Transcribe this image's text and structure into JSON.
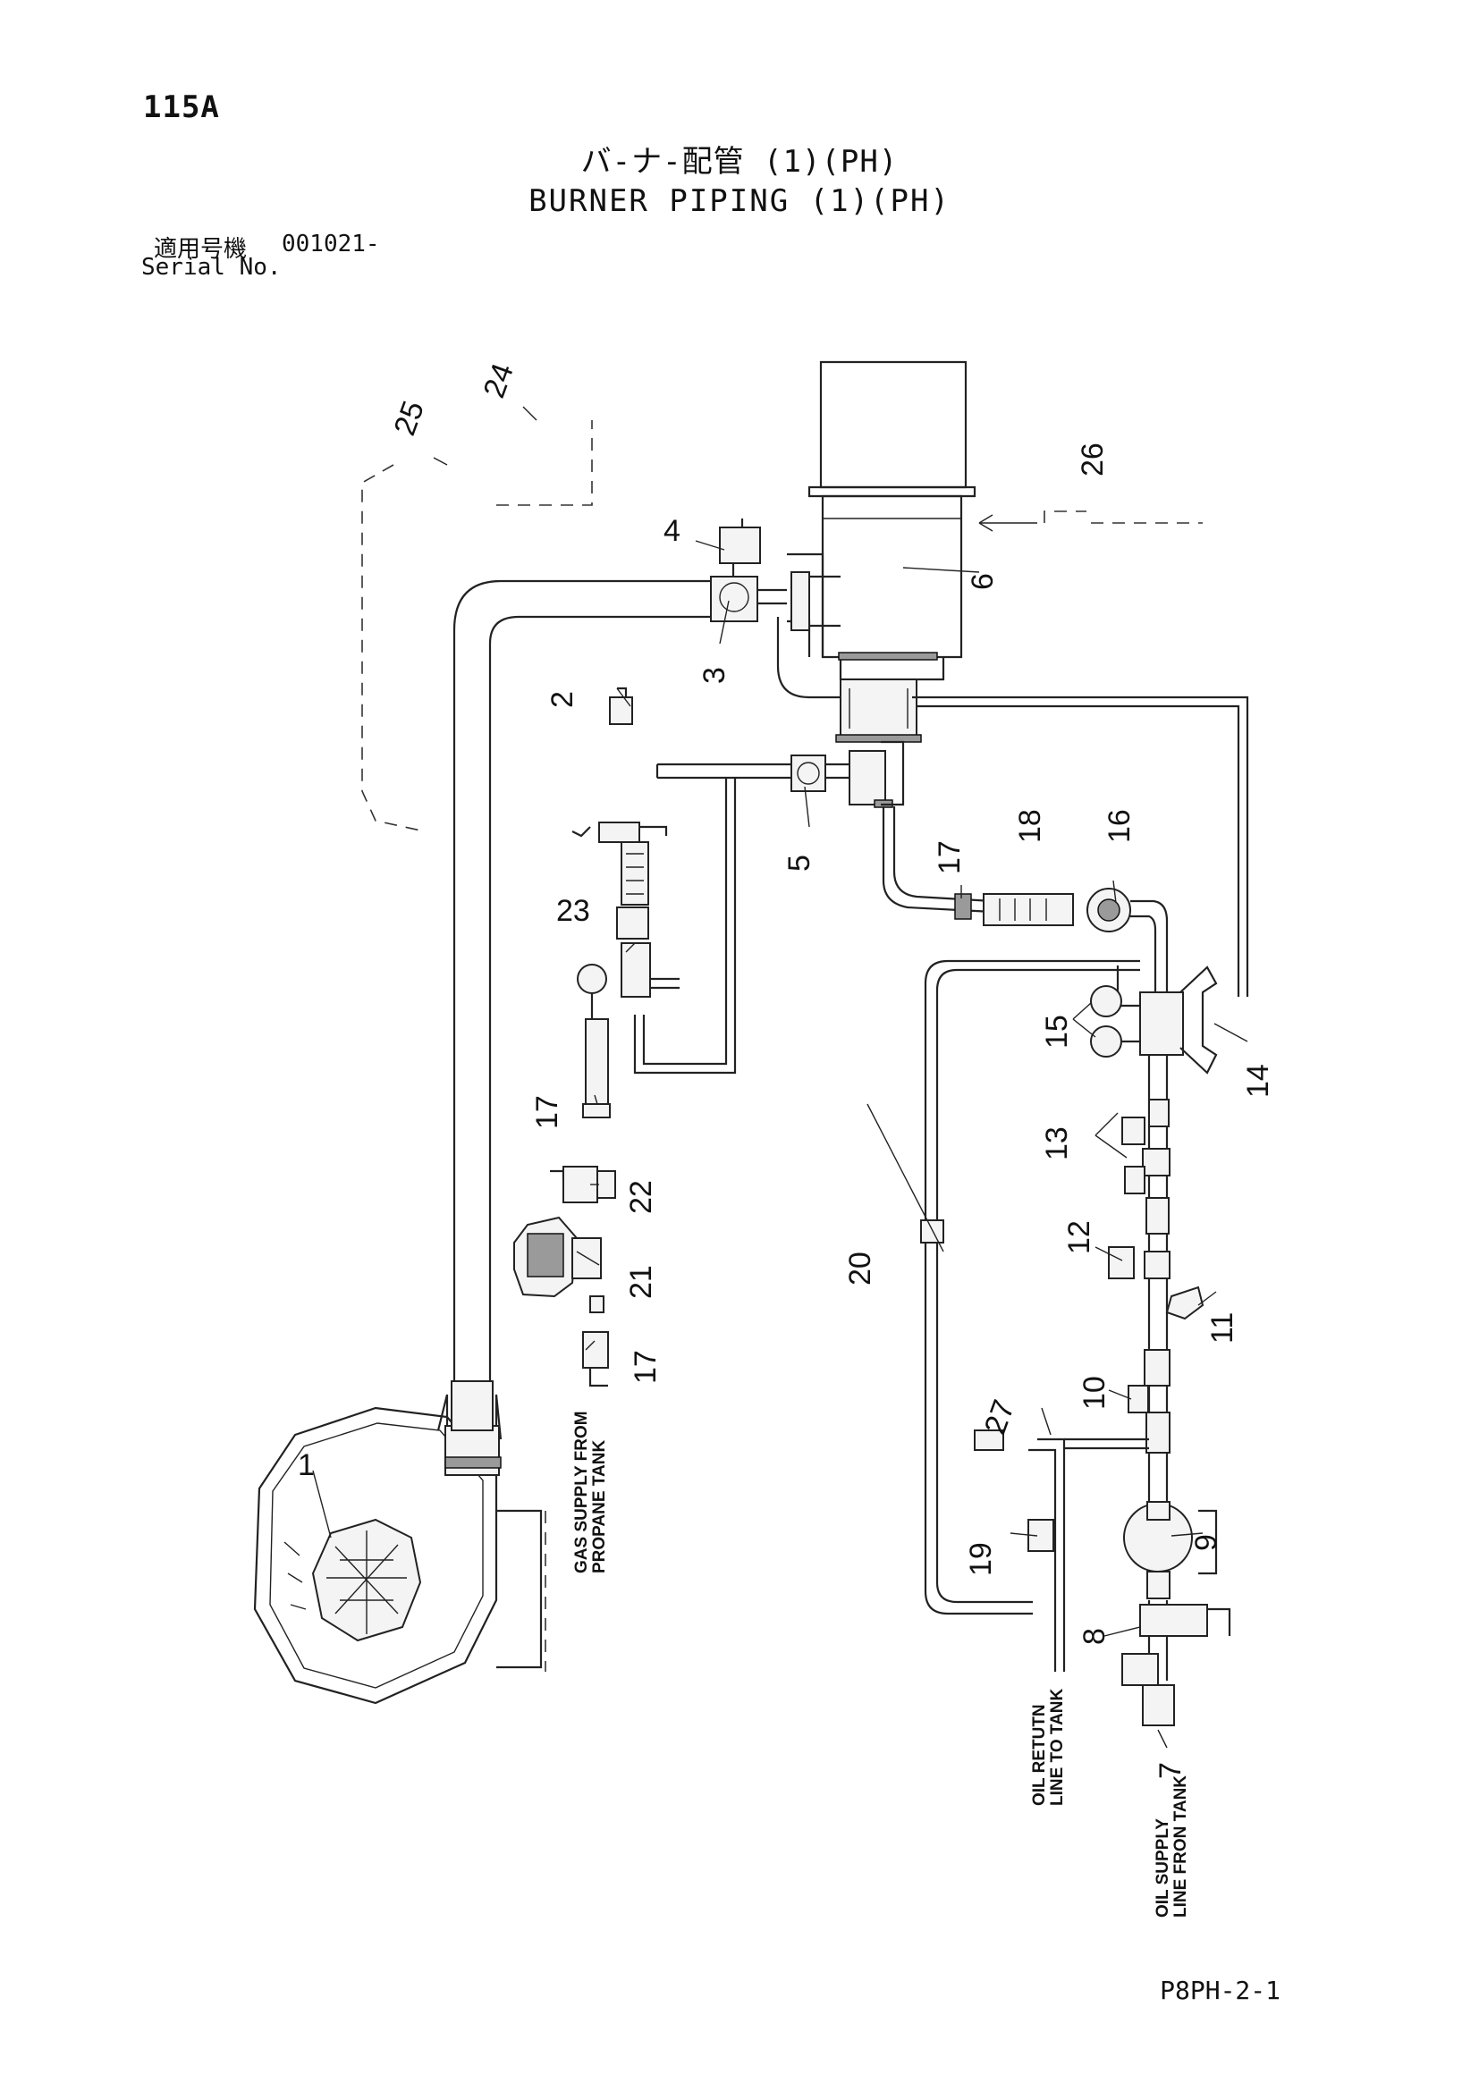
{
  "header": {
    "page_number": "115A",
    "title_jp": "バ-ナ-配管 (1)(PH)",
    "title_en": "BURNER PIPING (1)(PH)",
    "serial_label_jp": "適用号機",
    "serial_value": "001021-",
    "serial_label_en": "Serial No."
  },
  "callouts": {
    "c1": "1",
    "c2": "2",
    "c3": "3",
    "c4": "4",
    "c5": "5",
    "c6": "6",
    "c7": "7",
    "c8": "8",
    "c9": "9",
    "c10": "10",
    "c11": "11",
    "c12": "12",
    "c13": "13",
    "c14": "14",
    "c15": "15",
    "c16": "16",
    "c17a": "17",
    "c17b": "17",
    "c17c": "17",
    "c18": "18",
    "c19": "19",
    "c20": "20",
    "c21": "21",
    "c22": "22",
    "c23": "23",
    "c24": "24",
    "c25": "25",
    "c26": "26",
    "c27": "27"
  },
  "notes": {
    "gas_line1": "GAS SUPPLY FROM",
    "gas_line2": "PROPANE TANK",
    "oil_return_line1": "OIL RETUTN",
    "oil_return_line2": "LINE TO TANK",
    "oil_supply_line1": "OIL SUPPLY",
    "oil_supply_line2": "LINE FRON TANK"
  },
  "footer": {
    "drawing_code": "P8PH-2-1"
  }
}
